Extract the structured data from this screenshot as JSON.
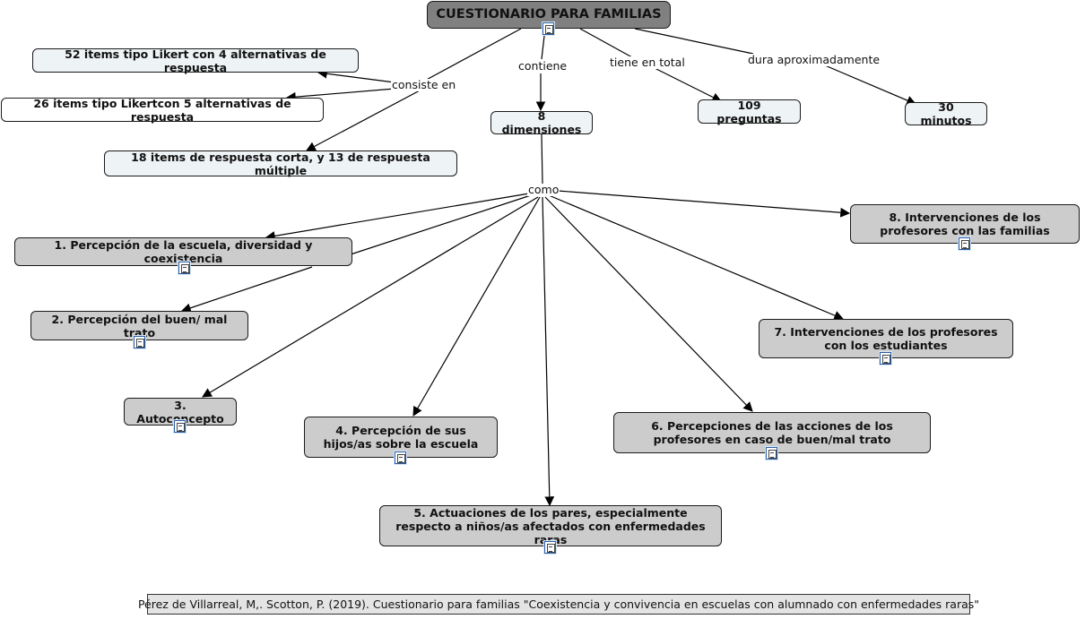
{
  "root": {
    "label": "CUESTIONARIO PARA FAMILIAS"
  },
  "links": {
    "consiste_en": "consiste en",
    "contiene": "contiene",
    "tiene_en_total": "tiene en total",
    "dura_aproximadamente": "dura aproximadamente",
    "como": "como"
  },
  "nodes": {
    "likert4": "52 items tipo Likert con 4 alternativas de respuesta",
    "likert5": "26 items tipo Likertcon 5 alternativas de respuesta",
    "short": "18 items de respuesta corta, y 13 de respuesta múltiple",
    "dimensiones": "8 dimensiones",
    "preguntas": "109 preguntas",
    "minutos": "30 minutos"
  },
  "dimensions": [
    {
      "label": "1. Percepción de la escuela, diversidad y coexistencia"
    },
    {
      "label": "2. Percepción del buen/ mal trato"
    },
    {
      "label": "3. Autoconcepto"
    },
    {
      "label": "4. Percepción de sus hijos/as sobre la escuela"
    },
    {
      "label": "5. Actuaciones de los pares, especialmente respecto a niños/as afectados con enfermedades raras"
    },
    {
      "label": "6. Percepciones de las acciones de los profesores en caso de buen/mal trato"
    },
    {
      "label": "7. Intervenciones de los profesores con los estudiantes"
    },
    {
      "label": "8. Intervenciones de los profesores con las familias"
    }
  ],
  "icons": {
    "document": "document-icon"
  },
  "citation": "Pérez de Villarreal, M,. Scotton, P. (2019). Cuestionario para familias \"Coexistencia y convivencia en escuelas con alumnado con enfermedades raras\""
}
